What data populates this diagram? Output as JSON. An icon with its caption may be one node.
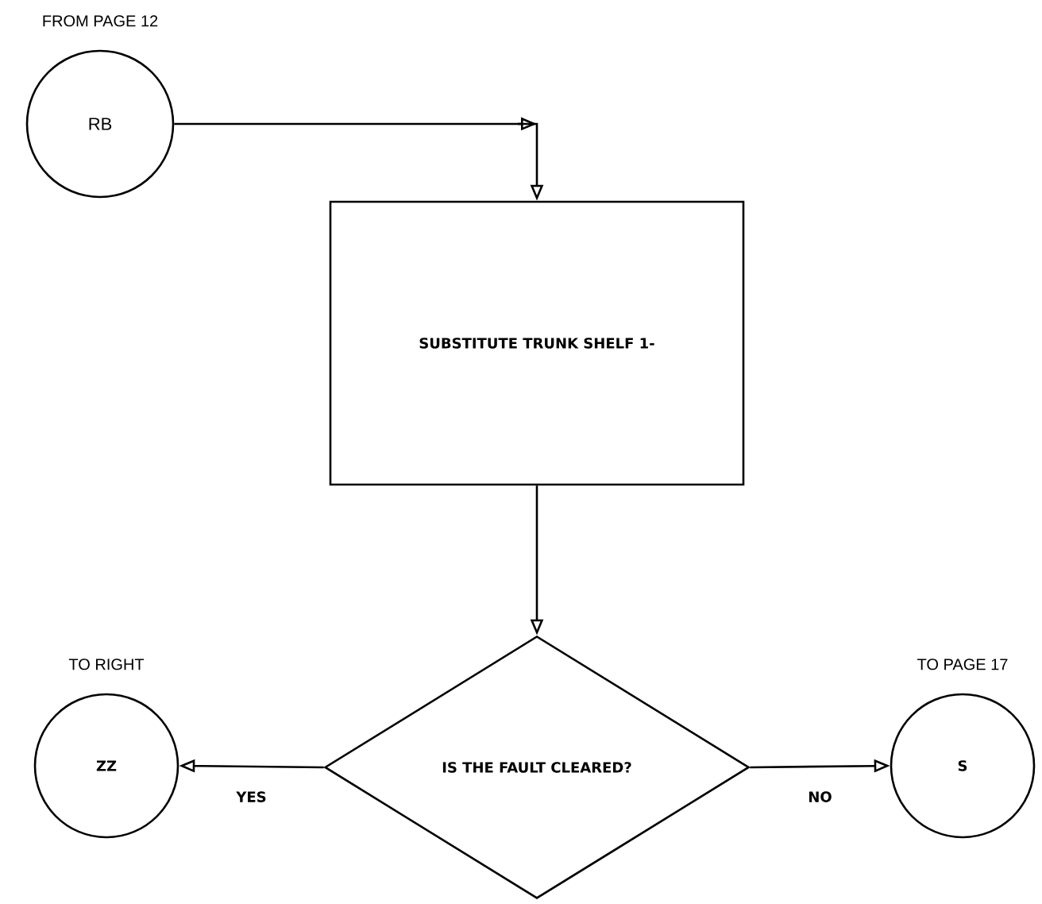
{
  "diagram": {
    "nodes": [
      {
        "text": [
          "RB"
        ],
        "beside": [
          "FROM PAGE 12"
        ]
      },
      {
        "text": [
          "SUBSTITUTE TRUNK SHELF 1-"
        ]
      },
      {
        "text": [
          "IS THE FAULT CLEARED?"
        ]
      },
      {
        "text": [
          "ZZ"
        ],
        "beside": [
          "TO RIGHT"
        ]
      },
      {
        "text": [
          "S"
        ],
        "beside": [
          "TO PAGE 17"
        ]
      }
    ],
    "edges": [
      {
        "from": 0,
        "to": 1,
        "arrow": "to"
      },
      {
        "from": 1,
        "to": 2,
        "arrow": "to"
      },
      {
        "from": 2,
        "to": 3,
        "arrow": "to",
        "label": "YES"
      },
      {
        "from": 2,
        "to": 4,
        "arrow": "to",
        "label": "NO"
      }
    ]
  }
}
